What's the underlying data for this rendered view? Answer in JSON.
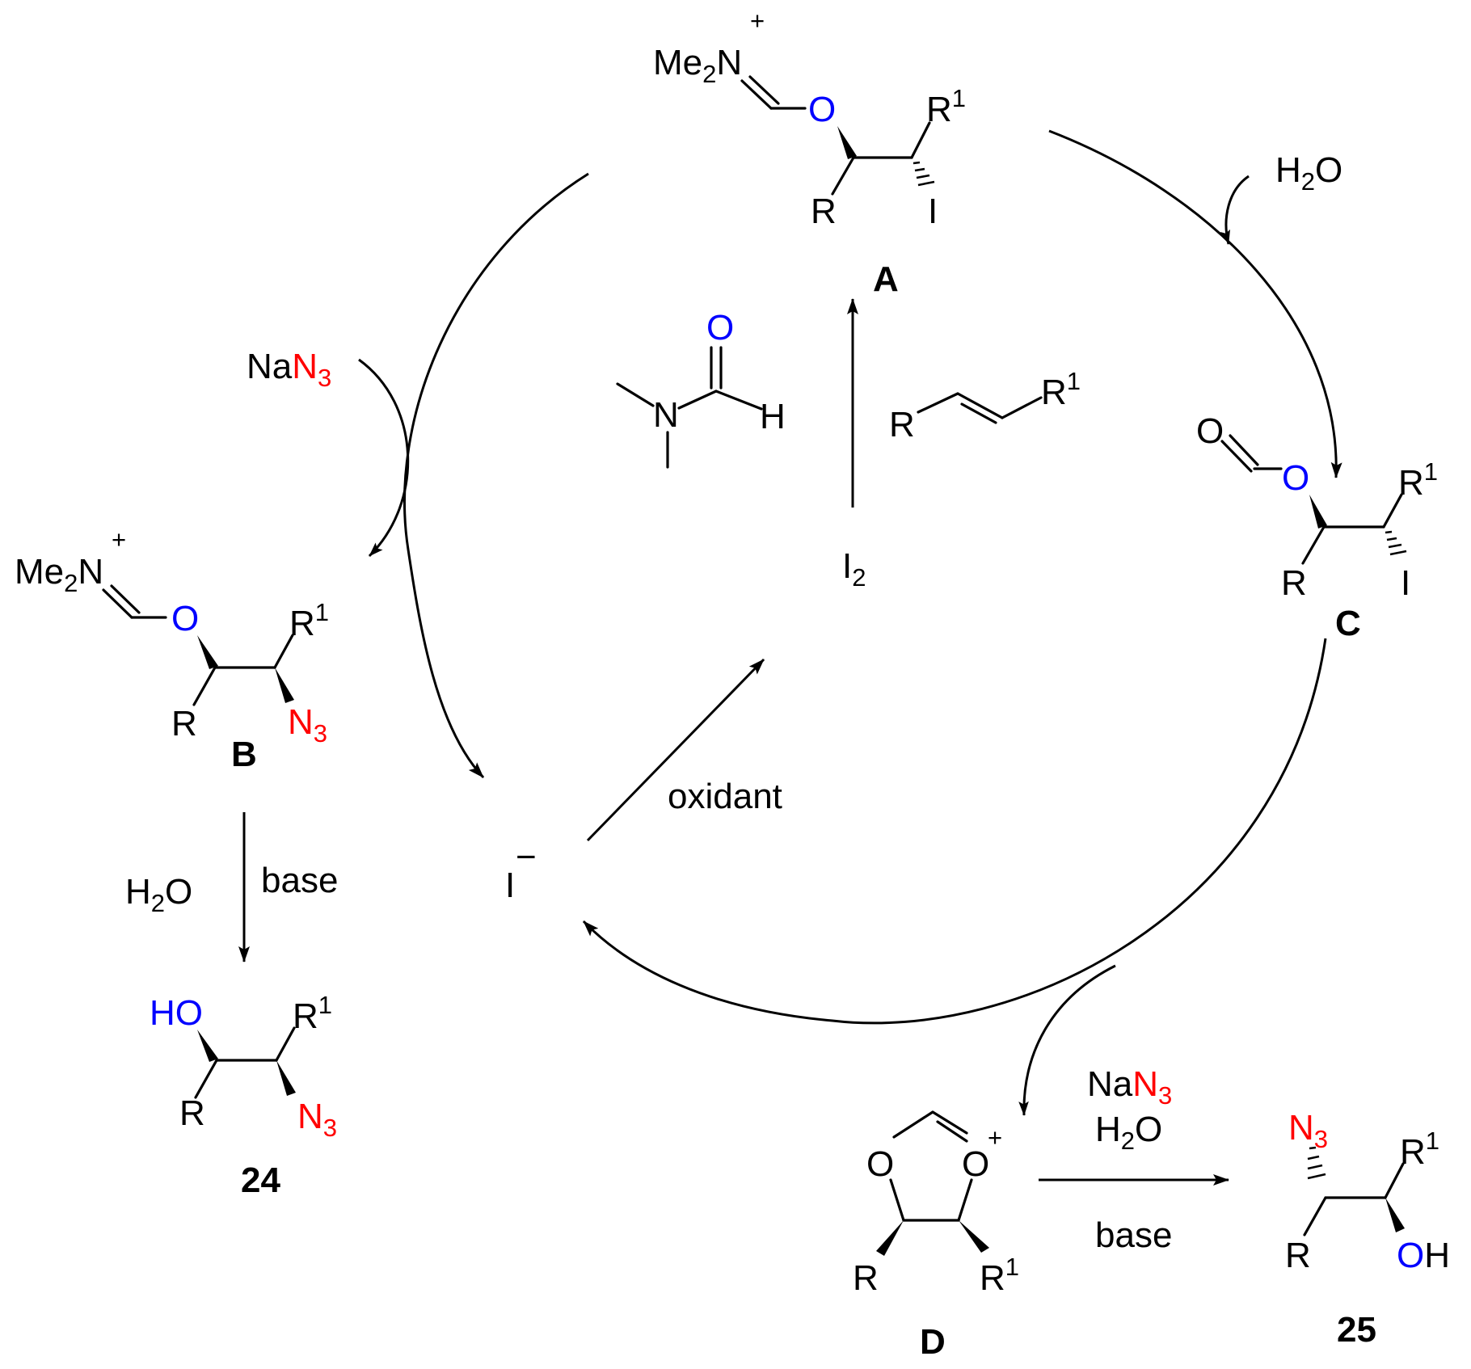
{
  "intermediates": {
    "A": {
      "label": "A",
      "iminium": "Me",
      "iminium_sub": "2",
      "iminium_n": "N",
      "charge": "+",
      "oxygen": "O",
      "r": "R",
      "r1": "R",
      "r1_sup": "1",
      "halogen": "I"
    },
    "B": {
      "label": "B",
      "iminium": "Me",
      "iminium_sub": "2",
      "iminium_n": "N",
      "charge": "+",
      "oxygen": "O",
      "r": "R",
      "r1": "R",
      "r1_sup": "1",
      "azide": "N",
      "azide_sub": "3"
    },
    "C": {
      "label": "C",
      "carbonyl_o": "O",
      "oxygen": "O",
      "r": "R",
      "r1": "R",
      "r1_sup": "1",
      "halogen": "I"
    },
    "D": {
      "label": "D",
      "o_left": "O",
      "o_right": "O",
      "charge": "+",
      "r": "R",
      "r1": "R",
      "r1_sup": "1"
    }
  },
  "products": {
    "p24": {
      "label": "24",
      "hydroxyl": "HO",
      "r": "R",
      "r1": "R",
      "r1_sup": "1",
      "azide": "N",
      "azide_sub": "3"
    },
    "p25": {
      "label": "25",
      "azide": "N",
      "azide_sub": "3",
      "hydroxyl_o": "O",
      "hydroxyl_h": "H",
      "r": "R",
      "r1": "R",
      "r1_sup": "1"
    }
  },
  "reagents": {
    "dmf": {
      "o": "O",
      "n": "N",
      "h": "H"
    },
    "alkene": {
      "r": "R",
      "r1": "R",
      "r1_sup": "1"
    },
    "iodine": {
      "i": "I",
      "sub": "2"
    },
    "iodide": {
      "i": "I",
      "charge": "−"
    },
    "oxidant": "oxidant",
    "nan3_left": {
      "na": "Na",
      "n": "N",
      "sub": "3"
    },
    "h2o_top": {
      "h": "H",
      "sub": "2",
      "o": "O"
    },
    "step_b_24": {
      "h": "H",
      "sub": "2",
      "o": "O",
      "base": "base"
    },
    "step_d_25": {
      "na": "Na",
      "n": "N",
      "sub": "3",
      "h": "H",
      "h2o_sub": "2",
      "o": "O",
      "base": "base"
    }
  },
  "colors": {
    "oxygen": "#0000ff",
    "azide": "#ff0000",
    "ink": "#000000"
  }
}
